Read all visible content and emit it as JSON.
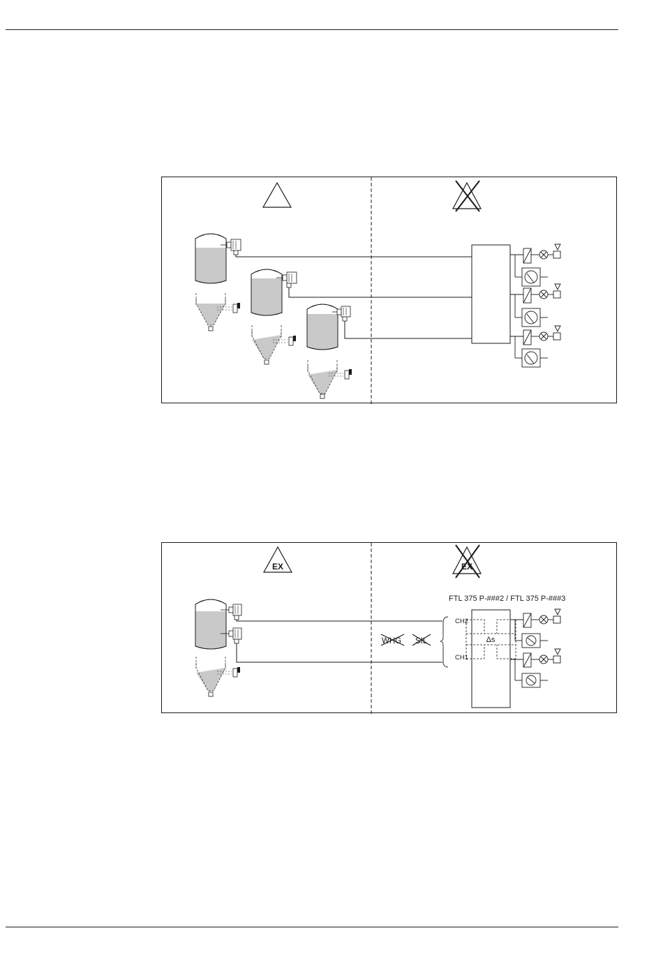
{
  "figure1": {
    "zone_left_symbol": "hazard-warning-triangle-icon",
    "zone_right_symbol": "crossed-out-hazard-triangle-icon",
    "tank_count": 3,
    "channel_count": 3
  },
  "figure2": {
    "zone_left_label": "EX",
    "zone_right_label": "EX",
    "device_title": "FTL 375 P-###2 / FTL 375 P-###3",
    "channel_2_label": "CH2",
    "channel_1_label": "CH1",
    "delta_label": "Δs",
    "crossed_label_1": "WHG",
    "crossed_label_2": "SIL"
  }
}
